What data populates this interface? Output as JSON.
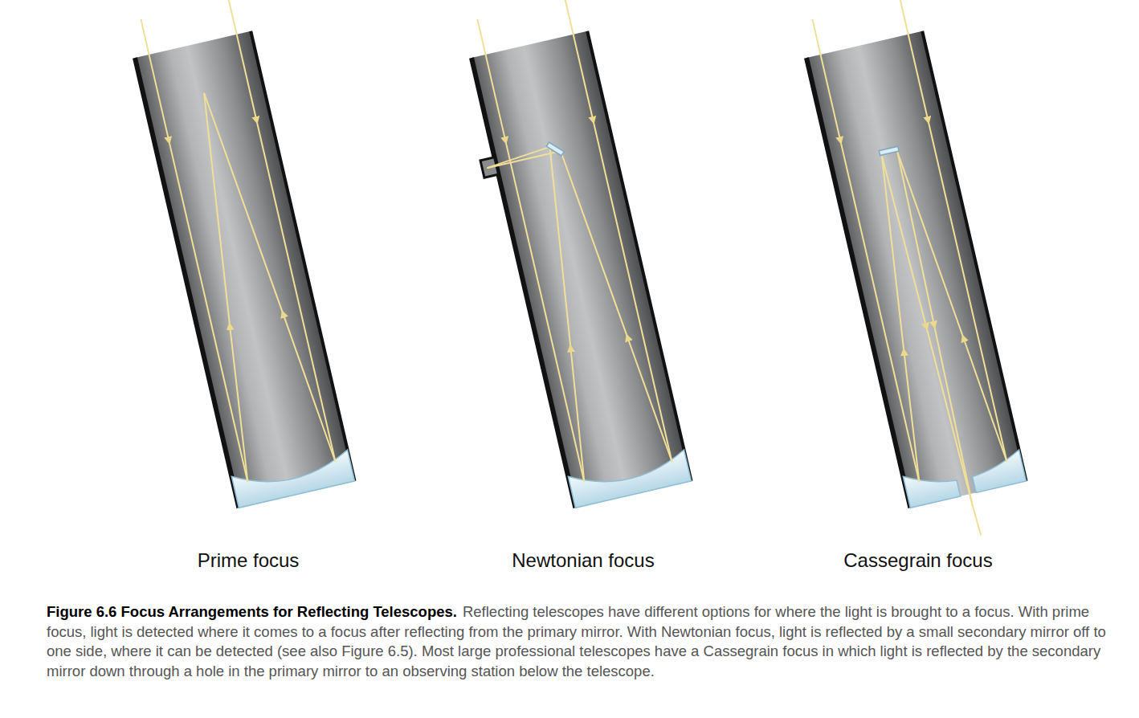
{
  "diagram": {
    "title": "Figure 6.6 Focus Arrangements for Reflecting Telescopes.",
    "caption": "Reflecting telescopes have different options for where the light is brought to a focus. With prime focus, light is detected where it comes to a focus after reflecting from the primary mirror. With Newtonian focus, light is reflected by a small secondary mirror off to one side, where it can be detected (see also Figure 6.5). Most large professional telescopes have a Cassegrain focus in which light is reflected by the secondary mirror down through a hole in the primary mirror to an observing station below the telescope.",
    "labels": [
      "Prime focus",
      "Newtonian focus",
      "Cassegrain focus"
    ]
  }
}
